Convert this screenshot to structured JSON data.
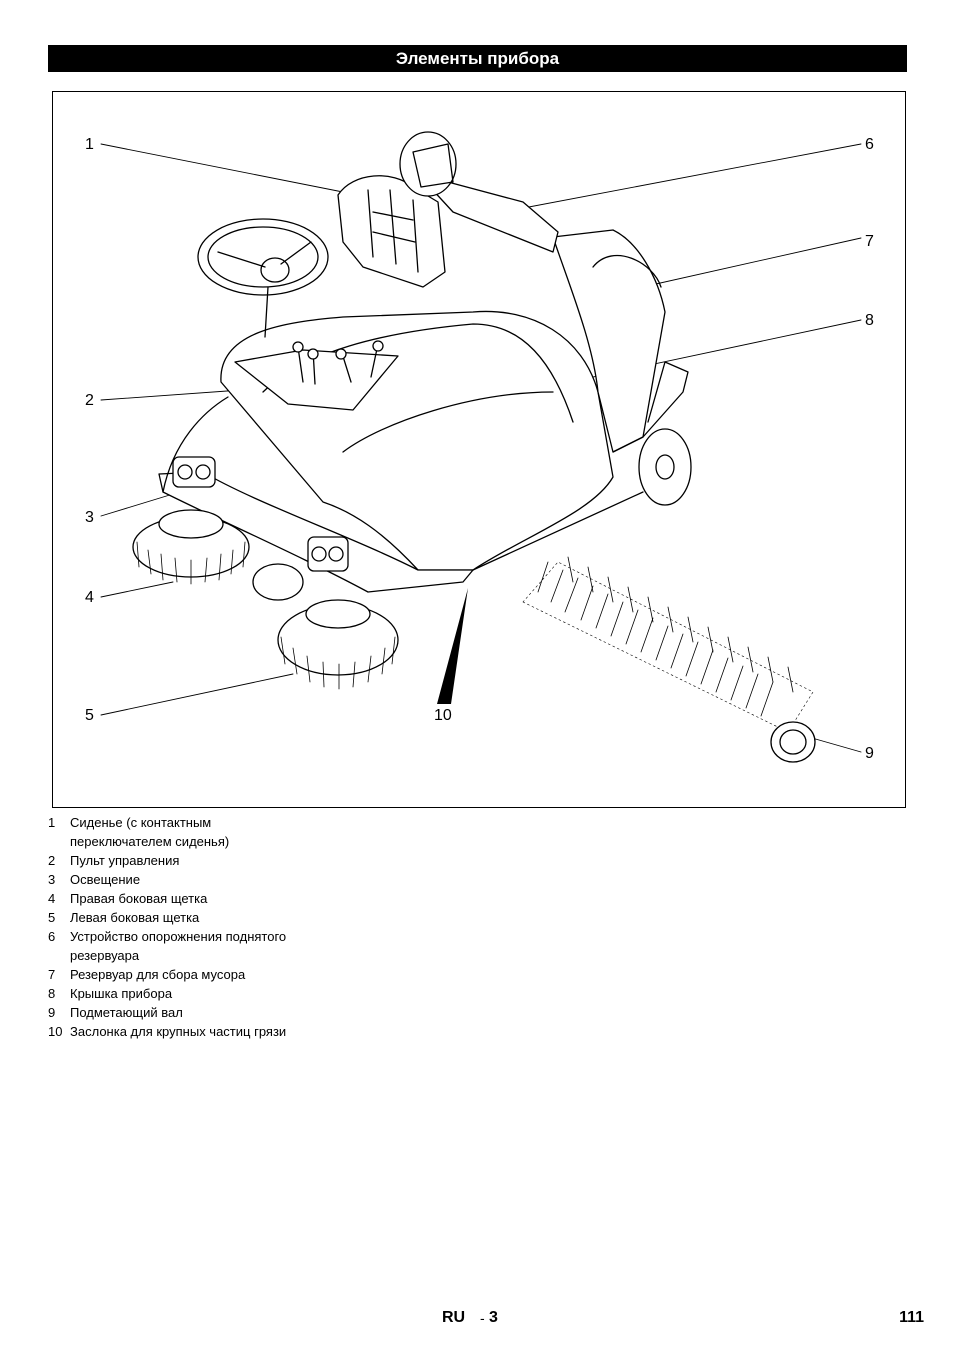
{
  "header": {
    "title": "Элементы прибора"
  },
  "figure": {
    "callouts": [
      "1",
      "2",
      "3",
      "4",
      "5",
      "6",
      "7",
      "8",
      "9",
      "10"
    ]
  },
  "legend": [
    {
      "num": "1",
      "lines": [
        "Сиденье (с контактным",
        "переключателем сиденья)"
      ]
    },
    {
      "num": "2",
      "lines": [
        "Пульт управления"
      ]
    },
    {
      "num": "3",
      "lines": [
        "Освещение"
      ]
    },
    {
      "num": "4",
      "lines": [
        "Правая боковая щетка"
      ]
    },
    {
      "num": "5",
      "lines": [
        "Левая боковая щетка"
      ]
    },
    {
      "num": "6",
      "lines": [
        "Устройство опорожнения поднятого",
        "резервуара"
      ]
    },
    {
      "num": "7",
      "lines": [
        "Резервуар для сбора мусора"
      ]
    },
    {
      "num": "8",
      "lines": [
        "Крышка прибора"
      ]
    },
    {
      "num": "9",
      "lines": [
        "Подметающий вал"
      ]
    },
    {
      "num": "10",
      "lines": [
        "Заслонка для крупных частиц грязи"
      ]
    }
  ],
  "footer": {
    "lang": "RU",
    "separator": "-",
    "section": "3",
    "page": "111"
  }
}
